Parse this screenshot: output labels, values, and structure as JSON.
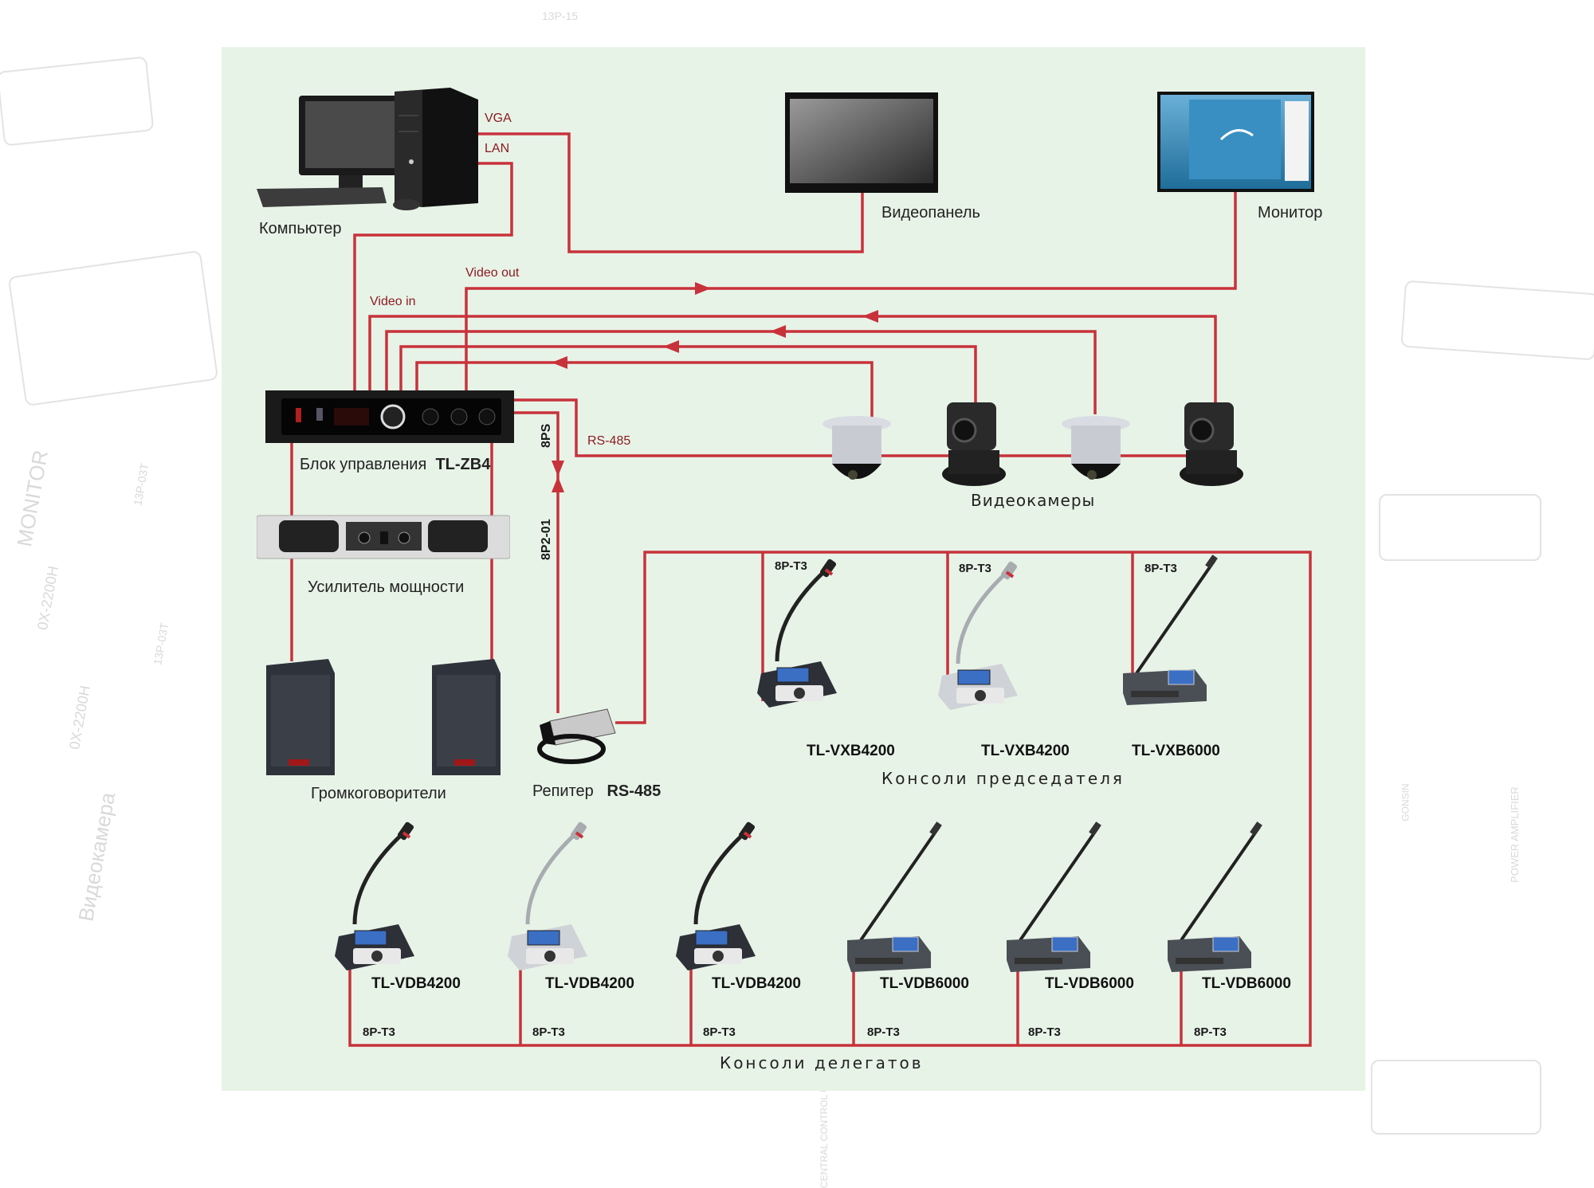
{
  "background": {
    "watermarks": [
      "MONITOR",
      "0X-2200H",
      "0X-2200H",
      "Видеокамера",
      "13P-03T",
      "13P-03T",
      "13P-15",
      "POWER AMPLIFIER",
      "GONSIN",
      "CENTRAL CONTROL UNIT"
    ]
  },
  "colors": {
    "wire": "#c8323a",
    "wire_label": "#8b1a1f",
    "panel_bg": "#e8f3e8"
  },
  "devices": {
    "computer": {
      "label": "Компьютер"
    },
    "videopanel": {
      "label": "Видеопанель"
    },
    "monitor": {
      "label": "Монитор"
    },
    "control_unit": {
      "label": "Блок управления",
      "model": "TL-ZB4"
    },
    "amplifier": {
      "label": "Усилитель мощности"
    },
    "speakers": {
      "label": "Громкоговорители"
    },
    "repeater": {
      "label": "Репитер",
      "model": "RS-485"
    },
    "cameras": {
      "label": "Видеокамеры",
      "items": [
        "speed-dome",
        "ptz",
        "speed-dome",
        "ptz"
      ]
    }
  },
  "wire_labels": {
    "vga": "VGA",
    "lan": "LAN",
    "video_out": "Video out",
    "video_in": "Video  in",
    "rs485": "RS-485",
    "cable_8ps": "8PS",
    "cable_8p2": "8P2-01"
  },
  "chairman": {
    "group_label": "Консоли председателя",
    "units": [
      {
        "model": "TL-VXB4200",
        "cable": "8P-T3",
        "finish": "dark"
      },
      {
        "model": "TL-VXB4200",
        "cable": "8P-T3",
        "finish": "silver"
      },
      {
        "model": "TL-VXB6000",
        "cable": "8P-T3",
        "finish": "flat"
      }
    ]
  },
  "delegates": {
    "group_label": "Консоли делегатов",
    "units": [
      {
        "model": "TL-VDB4200",
        "cable": "8P-T3",
        "finish": "dark"
      },
      {
        "model": "TL-VDB4200",
        "cable": "8P-T3",
        "finish": "silver"
      },
      {
        "model": "TL-VDB4200",
        "cable": "8P-T3",
        "finish": "dark"
      },
      {
        "model": "TL-VDB6000",
        "cable": "8P-T3",
        "finish": "flat"
      },
      {
        "model": "TL-VDB6000",
        "cable": "8P-T3",
        "finish": "flat"
      },
      {
        "model": "TL-VDB6000",
        "cable": "8P-T3",
        "finish": "flat"
      }
    ]
  }
}
